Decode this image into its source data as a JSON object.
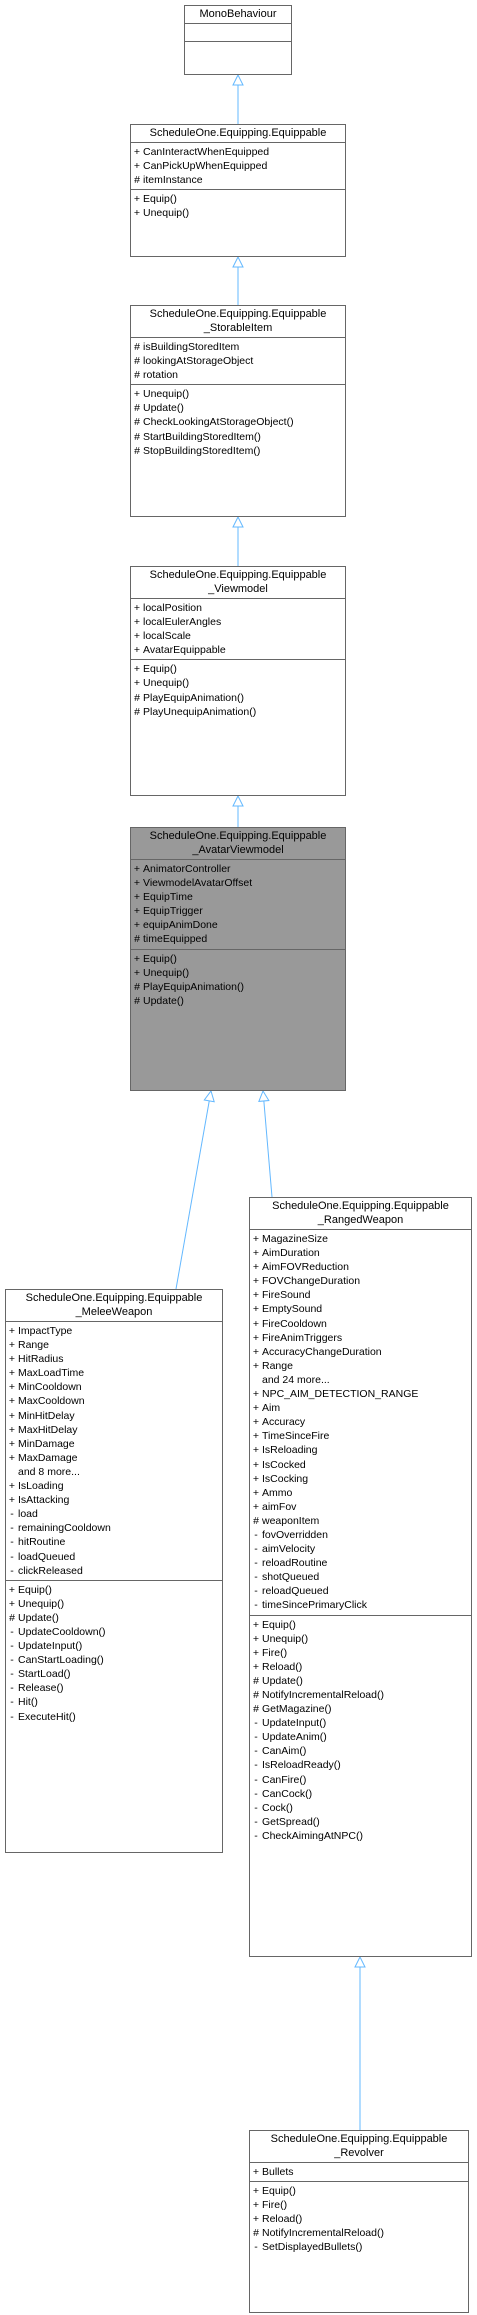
{
  "classes": [
    {
      "id": "monobehaviour",
      "title": [
        "MonoBehaviour"
      ],
      "attributes": [],
      "operations": [],
      "highlight": false
    },
    {
      "id": "equippable",
      "title": [
        "ScheduleOne.Equipping.Equippable"
      ],
      "attributes": [
        {
          "vis": "+",
          "name": "CanInteractWhenEquipped"
        },
        {
          "vis": "+",
          "name": "CanPickUpWhenEquipped"
        },
        {
          "vis": "#",
          "name": "itemInstance"
        }
      ],
      "operations": [
        {
          "vis": "+",
          "name": "Equip()"
        },
        {
          "vis": "+",
          "name": "Unequip()"
        }
      ],
      "highlight": false
    },
    {
      "id": "storableitem",
      "title": [
        "ScheduleOne.Equipping.Equippable",
        "_StorableItem"
      ],
      "attributes": [
        {
          "vis": "#",
          "name": "isBuildingStoredItem"
        },
        {
          "vis": "#",
          "name": "lookingAtStorageObject"
        },
        {
          "vis": "#",
          "name": "rotation"
        }
      ],
      "operations": [
        {
          "vis": "+",
          "name": "Unequip()"
        },
        {
          "vis": "#",
          "name": "Update()"
        },
        {
          "vis": "#",
          "name": "CheckLookingAtStorageObject()"
        },
        {
          "vis": "#",
          "name": "StartBuildingStoredItem()"
        },
        {
          "vis": "#",
          "name": "StopBuildingStoredItem()"
        }
      ],
      "highlight": false
    },
    {
      "id": "viewmodel",
      "title": [
        "ScheduleOne.Equipping.Equippable",
        "_Viewmodel"
      ],
      "attributes": [
        {
          "vis": "+",
          "name": "localPosition"
        },
        {
          "vis": "+",
          "name": "localEulerAngles"
        },
        {
          "vis": "+",
          "name": "localScale"
        },
        {
          "vis": "+",
          "name": "AvatarEquippable"
        }
      ],
      "operations": [
        {
          "vis": "+",
          "name": "Equip()"
        },
        {
          "vis": "+",
          "name": "Unequip()"
        },
        {
          "vis": "#",
          "name": "PlayEquipAnimation()"
        },
        {
          "vis": "#",
          "name": "PlayUnequipAnimation()"
        }
      ],
      "highlight": false
    },
    {
      "id": "avatarviewmodel",
      "title": [
        "ScheduleOne.Equipping.Equippable",
        "_AvatarViewmodel"
      ],
      "attributes": [
        {
          "vis": "+",
          "name": "AnimatorController"
        },
        {
          "vis": "+",
          "name": "ViewmodelAvatarOffset"
        },
        {
          "vis": "+",
          "name": "EquipTime"
        },
        {
          "vis": "+",
          "name": "EquipTrigger"
        },
        {
          "vis": "+",
          "name": "equipAnimDone"
        },
        {
          "vis": "#",
          "name": "timeEquipped"
        }
      ],
      "operations": [
        {
          "vis": "+",
          "name": "Equip()"
        },
        {
          "vis": "+",
          "name": "Unequip()"
        },
        {
          "vis": "#",
          "name": "PlayEquipAnimation()"
        },
        {
          "vis": "#",
          "name": "Update()"
        }
      ],
      "highlight": true
    },
    {
      "id": "rangedweapon",
      "title": [
        "ScheduleOne.Equipping.Equippable",
        "_RangedWeapon"
      ],
      "attributes": [
        {
          "vis": "+",
          "name": "MagazineSize"
        },
        {
          "vis": "+",
          "name": "AimDuration"
        },
        {
          "vis": "+",
          "name": "AimFOVReduction"
        },
        {
          "vis": "+",
          "name": "FOVChangeDuration"
        },
        {
          "vis": "+",
          "name": "FireSound"
        },
        {
          "vis": "+",
          "name": "EmptySound"
        },
        {
          "vis": "+",
          "name": "FireCooldown"
        },
        {
          "vis": "+",
          "name": "FireAnimTriggers"
        },
        {
          "vis": "+",
          "name": "AccuracyChangeDuration"
        },
        {
          "vis": "+",
          "name": "Range"
        },
        {
          "vis": "",
          "name": "and 24 more..."
        },
        {
          "vis": "+",
          "name": "NPC_AIM_DETECTION_RANGE"
        },
        {
          "vis": "+",
          "name": "Aim"
        },
        {
          "vis": "+",
          "name": "Accuracy"
        },
        {
          "vis": "+",
          "name": "TimeSinceFire"
        },
        {
          "vis": "+",
          "name": "IsReloading"
        },
        {
          "vis": "+",
          "name": "IsCocked"
        },
        {
          "vis": "+",
          "name": "IsCocking"
        },
        {
          "vis": "+",
          "name": "Ammo"
        },
        {
          "vis": "+",
          "name": "aimFov"
        },
        {
          "vis": "#",
          "name": "weaponItem"
        },
        {
          "vis": "-",
          "name": "fovOverridden"
        },
        {
          "vis": "-",
          "name": "aimVelocity"
        },
        {
          "vis": "-",
          "name": "reloadRoutine"
        },
        {
          "vis": "-",
          "name": "shotQueued"
        },
        {
          "vis": "-",
          "name": "reloadQueued"
        },
        {
          "vis": "-",
          "name": "timeSincePrimaryClick"
        }
      ],
      "operations": [
        {
          "vis": "+",
          "name": "Equip()"
        },
        {
          "vis": "+",
          "name": "Unequip()"
        },
        {
          "vis": "+",
          "name": "Fire()"
        },
        {
          "vis": "+",
          "name": "Reload()"
        },
        {
          "vis": "#",
          "name": "Update()"
        },
        {
          "vis": "#",
          "name": "NotifyIncrementalReload()"
        },
        {
          "vis": "#",
          "name": "GetMagazine()"
        },
        {
          "vis": "-",
          "name": "UpdateInput()"
        },
        {
          "vis": "-",
          "name": "UpdateAnim()"
        },
        {
          "vis": "-",
          "name": "CanAim()"
        },
        {
          "vis": "-",
          "name": "IsReloadReady()"
        },
        {
          "vis": "-",
          "name": "CanFire()"
        },
        {
          "vis": "-",
          "name": "CanCock()"
        },
        {
          "vis": "-",
          "name": "Cock()"
        },
        {
          "vis": "-",
          "name": "GetSpread()"
        },
        {
          "vis": "-",
          "name": "CheckAimingAtNPC()"
        }
      ],
      "highlight": false
    },
    {
      "id": "meleeweapon",
      "title": [
        "ScheduleOne.Equipping.Equippable",
        "_MeleeWeapon"
      ],
      "attributes": [
        {
          "vis": "+",
          "name": "ImpactType"
        },
        {
          "vis": "+",
          "name": "Range"
        },
        {
          "vis": "+",
          "name": "HitRadius"
        },
        {
          "vis": "+",
          "name": "MaxLoadTime"
        },
        {
          "vis": "+",
          "name": "MinCooldown"
        },
        {
          "vis": "+",
          "name": "MaxCooldown"
        },
        {
          "vis": "+",
          "name": "MinHitDelay"
        },
        {
          "vis": "+",
          "name": "MaxHitDelay"
        },
        {
          "vis": "+",
          "name": "MinDamage"
        },
        {
          "vis": "+",
          "name": "MaxDamage"
        },
        {
          "vis": "",
          "name": "and 8 more..."
        },
        {
          "vis": "+",
          "name": "IsLoading"
        },
        {
          "vis": "+",
          "name": "IsAttacking"
        },
        {
          "vis": "-",
          "name": "load"
        },
        {
          "vis": "-",
          "name": "remainingCooldown"
        },
        {
          "vis": "-",
          "name": "hitRoutine"
        },
        {
          "vis": "-",
          "name": "loadQueued"
        },
        {
          "vis": "-",
          "name": "clickReleased"
        }
      ],
      "operations": [
        {
          "vis": "+",
          "name": "Equip()"
        },
        {
          "vis": "+",
          "name": "Unequip()"
        },
        {
          "vis": "#",
          "name": "Update()"
        },
        {
          "vis": "-",
          "name": "UpdateCooldown()"
        },
        {
          "vis": "-",
          "name": "UpdateInput()"
        },
        {
          "vis": "-",
          "name": "CanStartLoading()"
        },
        {
          "vis": "-",
          "name": "StartLoad()"
        },
        {
          "vis": "-",
          "name": "Release()"
        },
        {
          "vis": "-",
          "name": "Hit()"
        },
        {
          "vis": "-",
          "name": "ExecuteHit()"
        }
      ],
      "highlight": false
    },
    {
      "id": "revolver",
      "title": [
        "ScheduleOne.Equipping.Equippable",
        "_Revolver"
      ],
      "attributes": [
        {
          "vis": "+",
          "name": "Bullets"
        }
      ],
      "operations": [
        {
          "vis": "+",
          "name": "Equip()"
        },
        {
          "vis": "+",
          "name": "Fire()"
        },
        {
          "vis": "+",
          "name": "Reload()"
        },
        {
          "vis": "#",
          "name": "NotifyIncrementalReload()"
        },
        {
          "vis": "-",
          "name": "SetDisplayedBullets()"
        }
      ],
      "highlight": false
    }
  ],
  "edges": [
    {
      "from": "equippable",
      "to": "monobehaviour",
      "kind": "inheritance"
    },
    {
      "from": "storableitem",
      "to": "equippable",
      "kind": "inheritance"
    },
    {
      "from": "viewmodel",
      "to": "storableitem",
      "kind": "inheritance"
    },
    {
      "from": "avatarviewmodel",
      "to": "viewmodel",
      "kind": "inheritance"
    },
    {
      "from": "meleeweapon",
      "to": "avatarviewmodel",
      "kind": "inheritance"
    },
    {
      "from": "rangedweapon",
      "to": "avatarviewmodel",
      "kind": "inheritance"
    },
    {
      "from": "revolver",
      "to": "rangedweapon",
      "kind": "inheritance"
    }
  ],
  "colors": {
    "border": "#666666",
    "highlight_fill": "#999999",
    "edge": "#63b8ff"
  }
}
